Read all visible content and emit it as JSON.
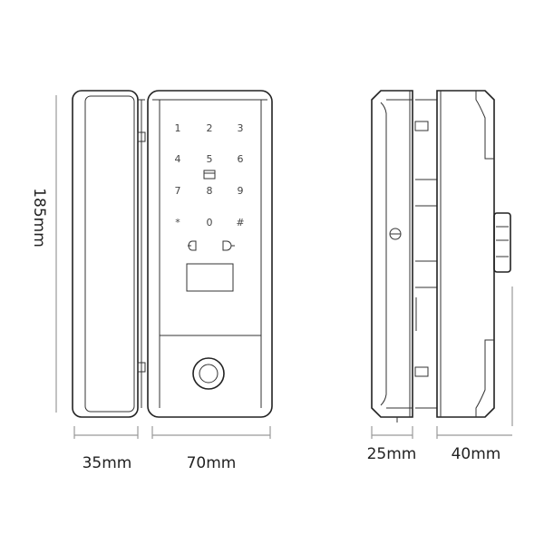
{
  "keypad": {
    "keys": [
      "1",
      "2",
      "3",
      "4",
      "5",
      "6",
      "7",
      "8",
      "9",
      "*",
      "0",
      "#"
    ]
  },
  "dimensions": {
    "height": "185mm",
    "side_module_width": "35mm",
    "front_panel_width": "70mm",
    "inner_depth": "25mm",
    "outer_depth": "40mm"
  }
}
